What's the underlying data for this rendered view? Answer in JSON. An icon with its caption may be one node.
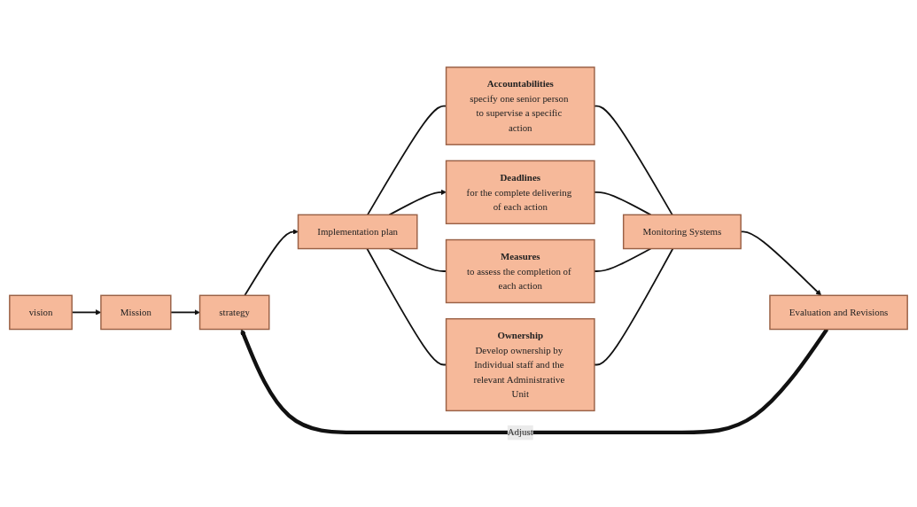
{
  "diagram": {
    "nodes": [
      {
        "text": [
          "vision"
        ]
      },
      {
        "text": [
          "Mission"
        ]
      },
      {
        "text": [
          "strategy"
        ]
      },
      {
        "text": [
          "Implementation plan"
        ]
      },
      {
        "text": [
          "Accountabilities",
          "specify one senior person to supervise a specific action"
        ]
      },
      {
        "text": [
          "Deadlines",
          "for the complete delivering of each action"
        ]
      },
      {
        "text": [
          "Measures",
          "to assess the completion of each action"
        ]
      },
      {
        "text": [
          "Ownership",
          "Develop ownership by Individual staff and the relevant Administrative Unit"
        ]
      },
      {
        "text": [
          "Monitoring Systems"
        ]
      },
      {
        "text": [
          "Evaluation and Revisions"
        ]
      }
    ],
    "edges": [
      {
        "from": 0,
        "to": 1,
        "arrow": "to"
      },
      {
        "from": 1,
        "to": 2,
        "arrow": "to"
      },
      {
        "from": 2,
        "to": 3,
        "arrow": "to"
      },
      {
        "from": 3,
        "to": 4,
        "arrow": "none"
      },
      {
        "from": 3,
        "to": 5,
        "arrow": "to"
      },
      {
        "from": 3,
        "to": 6,
        "arrow": "none"
      },
      {
        "from": 3,
        "to": 7,
        "arrow": "none"
      },
      {
        "from": 4,
        "to": 8,
        "arrow": "none"
      },
      {
        "from": 5,
        "to": 8,
        "arrow": "none"
      },
      {
        "from": 6,
        "to": 8,
        "arrow": "none"
      },
      {
        "from": 7,
        "to": 8,
        "arrow": "none"
      },
      {
        "from": 8,
        "to": 9,
        "arrow": "to"
      },
      {
        "from": 9,
        "to": 2,
        "arrow": "to",
        "label": "Adjust",
        "style": "thick"
      }
    ]
  }
}
